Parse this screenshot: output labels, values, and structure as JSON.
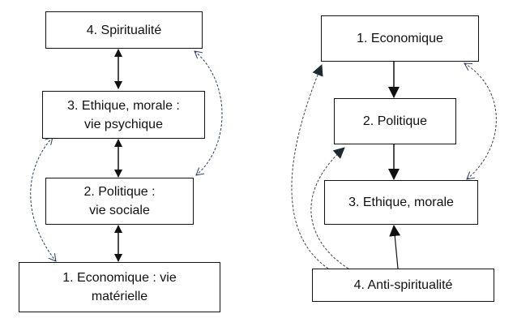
{
  "left_diagram": {
    "boxes": [
      {
        "lines": [
          "4. Spiritualité"
        ]
      },
      {
        "lines": [
          "3. Ethique, morale :",
          "vie psychique"
        ]
      },
      {
        "lines": [
          "2. Politique :",
          "vie sociale"
        ]
      },
      {
        "lines": [
          "1. Economique : vie",
          "matérielle"
        ]
      }
    ]
  },
  "right_diagram": {
    "boxes": [
      {
        "lines": [
          "1. Economique"
        ]
      },
      {
        "lines": [
          "2. Politique"
        ]
      },
      {
        "lines": [
          "3. Ethique, morale"
        ]
      },
      {
        "lines": [
          "4. Anti-spiritualité"
        ]
      }
    ]
  },
  "colors": {
    "solid_arrow": "#111111",
    "dashed_arrow": "#2b3d66"
  }
}
